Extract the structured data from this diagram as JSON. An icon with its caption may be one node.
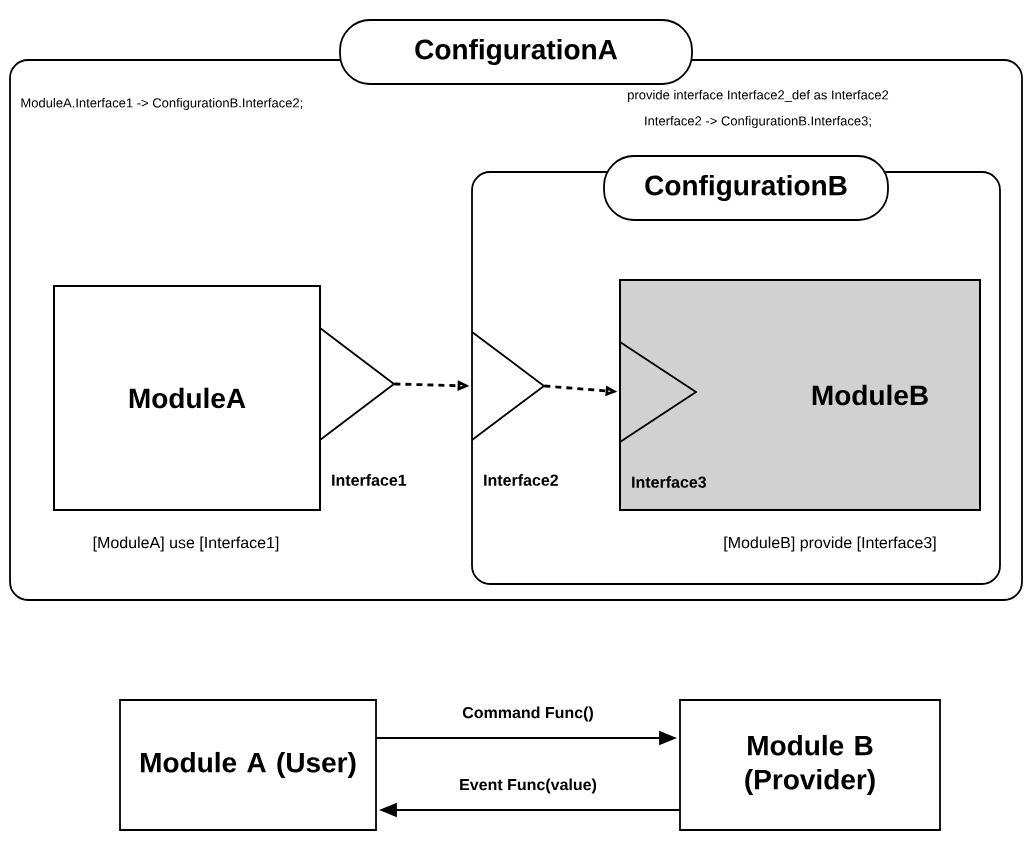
{
  "diagram": {
    "nodes": [
      {
        "text": [
          "ConfigurationA"
        ]
      },
      {
        "text": [
          "ModuleA"
        ],
        "beside": [
          "[ModuleA] use [Interface1]"
        ],
        "in": 0
      },
      {
        "text": [
          "Interface1"
        ],
        "in": 0
      },
      {
        "text": [
          "ConfigurationB"
        ],
        "in": 0
      },
      {
        "text": [
          "Interface2"
        ],
        "in": 3
      },
      {
        "text": [
          "ModuleB"
        ],
        "beside": [
          "[ModuleB] provide [Interface3]"
        ],
        "in": 3
      },
      {
        "text": [
          "Interface3"
        ],
        "in": 5
      },
      {
        "text": [
          "Module A (User)"
        ]
      },
      {
        "text": [
          "Module B (Provider)"
        ]
      }
    ],
    "edges": [
      {
        "from": 2,
        "to": 4,
        "arrow": "to",
        "style": "dashed"
      },
      {
        "from": 4,
        "to": 6,
        "arrow": "to",
        "style": "dashed"
      },
      {
        "from": 7,
        "to": 8,
        "arrow": "to",
        "label": "Command Func()"
      },
      {
        "from": 8,
        "to": 7,
        "arrow": "to",
        "label": "Event Func(value)"
      }
    ],
    "labels": [
      "ModuleA.Interface1 -> ConfigurationB.Interface2;",
      "provide interface Interface2_def as Interface2",
      "Interface2 -> ConfigurationB.Interface3;"
    ]
  }
}
